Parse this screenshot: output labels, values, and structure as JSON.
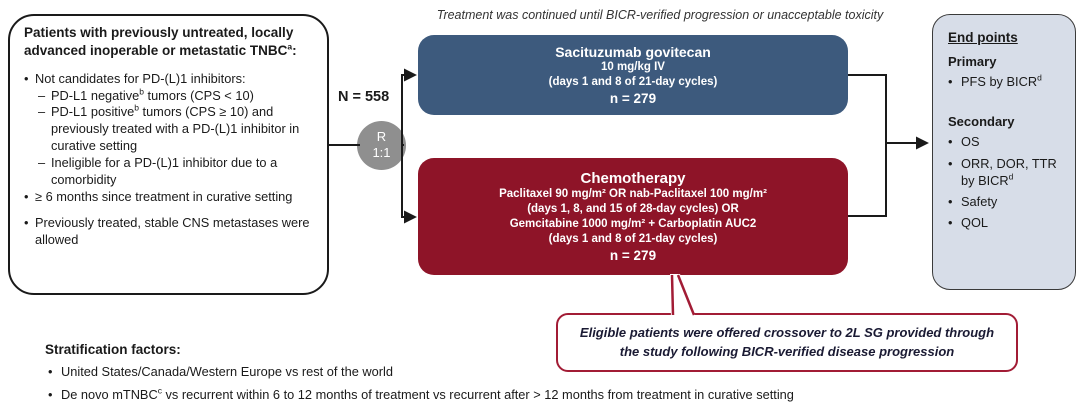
{
  "top_note": "Treatment was continued until BICR-verified progression or unacceptable toxicity",
  "eligibility": {
    "title_pre": "Patients with previously untreated, locally advanced inoperable or metastatic TNBC",
    "title_sup": "a",
    "title_post": ":",
    "bullet_marker": "•",
    "dash_marker": "–",
    "bullet1": "Not candidates for PD-(L)1 inhibitors:",
    "sub1_pre": "PD-L1 negative",
    "sub1_sup": "b",
    "sub1_post": " tumors (CPS < 10)",
    "sub2_pre": "PD-L1 positive",
    "sub2_sup": "b",
    "sub2_post": " tumors (CPS ≥ 10) and previously treated with a PD-(L)1 inhibitor in curative setting",
    "sub3": "Ineligible for a PD-(L)1 inhibitor due to a comorbidity",
    "bullet2": "≥ 6 months since treatment in curative setting",
    "bullet3": "Previously treated, stable CNS metastases were allowed"
  },
  "randomization": {
    "n_label": "N = 558",
    "r": "R",
    "ratio": "1:1"
  },
  "sg_arm": {
    "title": "Sacituzumab govitecan",
    "dose": "10 mg/kg IV",
    "schedule": "(days 1 and 8 of 21-day cycles)",
    "n": "n = 279"
  },
  "chemo_arm": {
    "title": "Chemotherapy",
    "line1": "Paclitaxel 90 mg/m² OR nab-Paclitaxel 100 mg/m²",
    "line2": "(days 1, 8, and 15 of 28-day cycles) OR",
    "line3": "Gemcitabine 1000 mg/m² + Carboplatin AUC2",
    "line4": "(days 1 and 8 of 21-day cycles)",
    "n": "n = 279"
  },
  "endpoints": {
    "header": "End points",
    "primary_label": "Primary",
    "primary1_pre": "PFS by BICR",
    "primary1_sup": "d",
    "secondary_label": "Secondary",
    "sec1": "OS",
    "sec2_pre": "ORR, DOR, TTR by BICR",
    "sec2_sup": "d",
    "sec3": "Safety",
    "sec4": "QOL"
  },
  "crossover_note": "Eligible patients were offered crossover to 2L SG provided through the study following BICR-verified disease progression",
  "stratification": {
    "title": "Stratification factors:",
    "item1": "United States/Canada/Western Europe vs rest of the world",
    "item2_pre": "De novo mTNBC",
    "item2_sup": "c",
    "item2_post": " vs recurrent within 6 to 12 months of treatment vs recurrent after > 12 months from treatment in curative setting"
  },
  "colors": {
    "sg_blue": "#3d5a7d",
    "chemo_red": "#8e1428",
    "callout_border_red": "#a21c35",
    "randomization_gray": "#8f8f8f",
    "endpoints_fill": "#d7dde8",
    "connector_black": "#1a1a1a"
  }
}
